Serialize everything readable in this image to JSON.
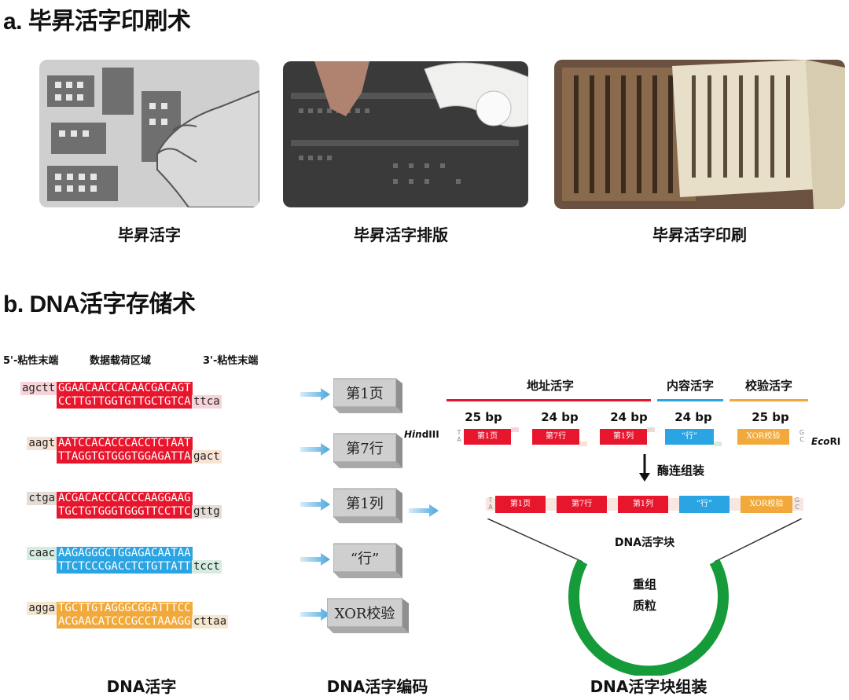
{
  "section_a": {
    "title": "a. 毕昇活字印刷术",
    "captions": [
      "毕昇活字",
      "毕昇活字排版",
      "毕昇活字印刷"
    ]
  },
  "section_b": {
    "title": "b. DNA活字存储术",
    "headers": {
      "five_prime": "5'-粘性末端",
      "payload": "数据载荷区域",
      "three_prime": "3'-粘性末端"
    },
    "movable_types": [
      {
        "left_end": "agctt",
        "top": "GGAACAACCACAACGACAGT",
        "bottom": "CCTTGTTGGTGTTGCTGTCA",
        "right_end": "ttca",
        "color": "#e8162d",
        "end_color": "#f5d3d8",
        "label": "第1页"
      },
      {
        "left_end": "aagt",
        "top": "AATCCACACCCACCTCTAAT",
        "bottom": "TTAGGTGTGGGTGGAGATTA",
        "right_end": "gact",
        "color": "#e8162d",
        "end_color": "#f7e3d3",
        "label": "第7行"
      },
      {
        "left_end": "ctga",
        "top": "ACGACACCCACCCAAGGAAG",
        "bottom": "TGCTGTGGGTGGGTTCCTTC",
        "right_end": "gttg",
        "color": "#e8162d",
        "end_color": "#e6dcd6",
        "label": "第1列"
      },
      {
        "left_end": "caac",
        "top": "AAGAGGGCTGGAGACAATAA",
        "bottom": "TTCTCCCGACCTCTGTTATT",
        "right_end": "tcct",
        "color": "#2aa4e2",
        "end_color": "#d6ece2",
        "label": "“行”"
      },
      {
        "left_end": "agga",
        "top": "TGCTTGTAGGGCGGATTTCC",
        "bottom": "ACGAACATCCCGCCTAAAGG",
        "right_end": "cttaa",
        "color": "#f2a93b",
        "end_color": "#f5e6cf",
        "label": "XOR校验"
      }
    ],
    "assembly": {
      "groups": [
        {
          "label": "地址活字",
          "color": "#e8162d"
        },
        {
          "label": "内容活字",
          "color": "#2aa4e2"
        },
        {
          "label": "校验活字",
          "color": "#f2a93b"
        }
      ],
      "bp_labels": [
        "25 bp",
        "24 bp",
        "24 bp",
        "24 bp",
        "25 bp"
      ],
      "segments": [
        "第1页",
        "第7行",
        "第1列",
        "“行”",
        "XOR校验"
      ],
      "site_left": "HindIII",
      "site_left_italic": "Hin",
      "site_left_rest": "dIII",
      "site_right_italic": "Eco",
      "site_right_rest": "RI",
      "ligation_label": "酶连组装",
      "left_overhang": [
        "T",
        "A"
      ],
      "right_overhang": [
        "G",
        "C"
      ],
      "block_label": "DNA活字块",
      "plasmid_label_1": "重组",
      "plasmid_label_2": "质粒",
      "plasmid_color": "#169b3a"
    },
    "bottom_labels": [
      "DNA活字",
      "DNA活字编码",
      "DNA活字块组装"
    ]
  }
}
